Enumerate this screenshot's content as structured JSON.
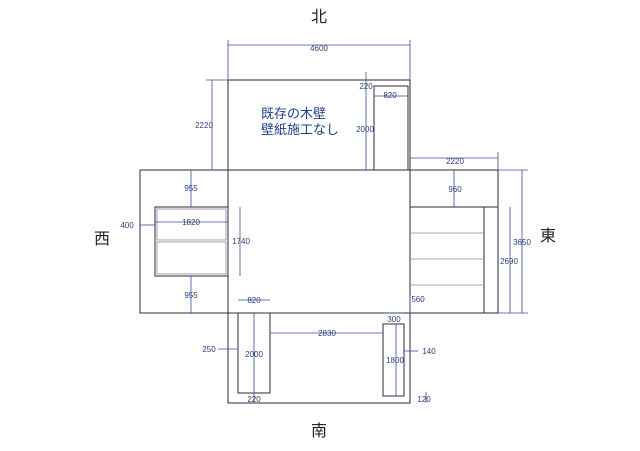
{
  "directions": {
    "north": "北",
    "south": "南",
    "west": "西",
    "east": "東"
  },
  "note": {
    "line1": "既存の木壁",
    "line2": "壁紙施工なし"
  },
  "dimensions": {
    "north_width": "4600",
    "north_offset_top": "2220",
    "north_door_top": "220",
    "north_door_width": "820",
    "north_door_height": "2000",
    "east_offset": "2220",
    "west_top": "955",
    "west_window_offset": "400",
    "west_window_width": "1820",
    "west_window_height": "1740",
    "west_bottom": "955",
    "east_top": "960",
    "east_total": "3650",
    "east_window": "2690",
    "east_bottom": "560",
    "south_door_left_width": "820",
    "south_door_left_offset": "250",
    "south_door_left_height": "2000",
    "south_door_left_bottom": "220",
    "south_span": "2830",
    "south_door_right_width": "300",
    "south_door_right_offset": "140",
    "south_door_right_height": "1800",
    "south_bottom": "120"
  },
  "colors": {
    "lines": "#2b2b3a",
    "dimensions": "#3b4f9a",
    "note": "#1f3f88"
  }
}
